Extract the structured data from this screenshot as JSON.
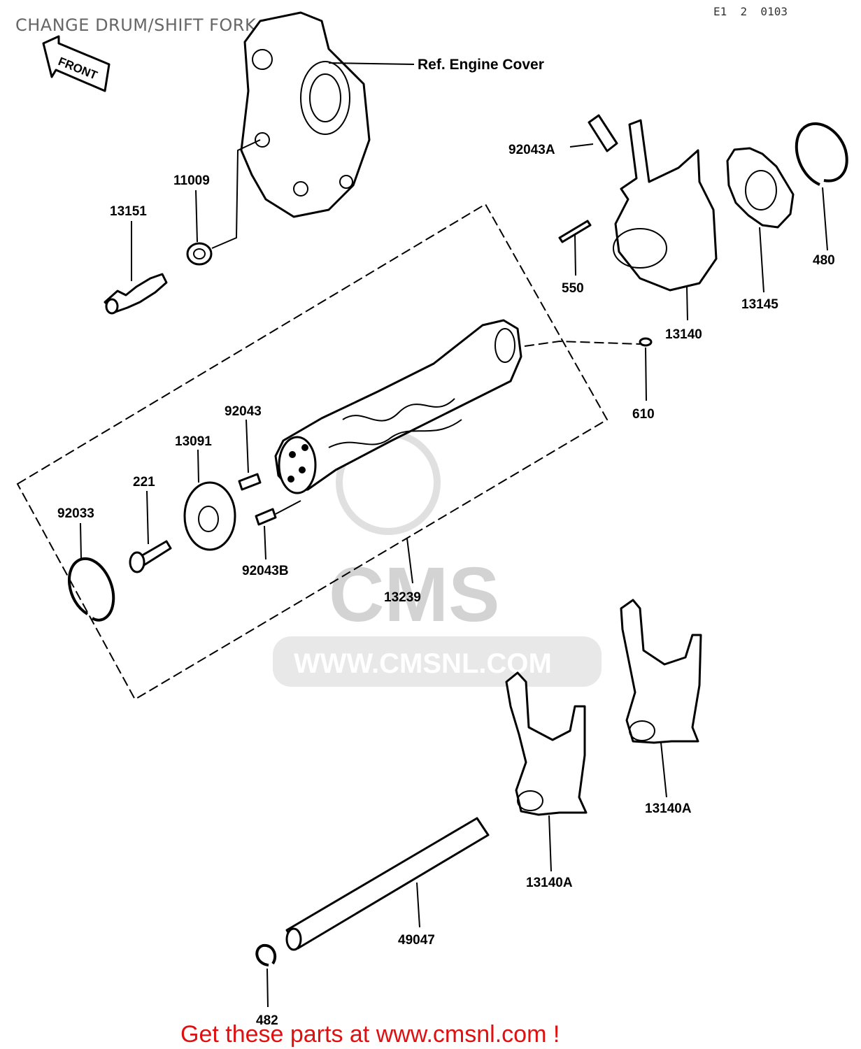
{
  "diagram": {
    "title": "CHANGE DRUM/SHIFT FORK",
    "ref_code": "E1  2  0103",
    "front_label": "FRONT",
    "ref_engine_cover": "Ref. Engine Cover",
    "watermark": {
      "brand": "CMS",
      "url": "WWW.CMSNL.COM"
    },
    "footer_cta": "Get these parts at www.cmsnl.com !",
    "parts": {
      "p11009": "11009",
      "p13151": "13151",
      "p92043A": "92043A",
      "p550": "550",
      "p13140": "13140",
      "p13145": "13145",
      "p480": "480",
      "p610": "610",
      "p92043": "92043",
      "p13091": "13091",
      "p221": "221",
      "p92033": "92033",
      "p92043B": "92043B",
      "p13239": "13239",
      "p13140A_right": "13140A",
      "p13140A_left": "13140A",
      "p49047": "49047",
      "p482": "482"
    }
  }
}
